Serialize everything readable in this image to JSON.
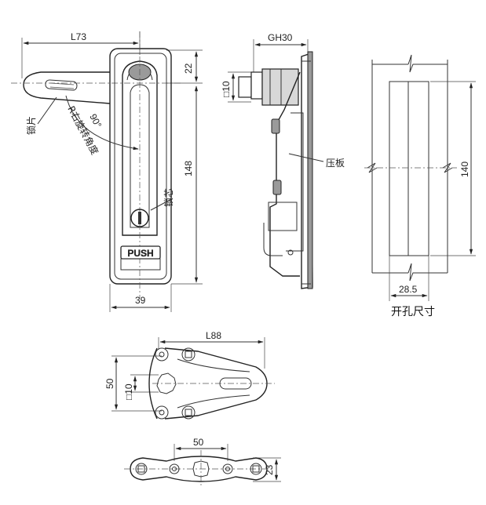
{
  "front_view": {
    "dim_width_top": "L73",
    "dim_top_offset": "22",
    "dim_height": "148",
    "dim_width_bottom": "39",
    "label_lock_plate": "锁片",
    "label_rotation": "R右旋转角度",
    "label_angle": "90°",
    "label_lock_core": "锁芯",
    "push_text": "PUSH"
  },
  "side_view": {
    "dim_grip_height": "GH30",
    "dim_square": "□10",
    "label_pressure_plate": "压板"
  },
  "cutout_view": {
    "dim_height": "140",
    "dim_width": "28.5",
    "caption": "开孔尺寸"
  },
  "lock_plate_view": {
    "dim_length": "L88",
    "dim_height": "50",
    "dim_square": "□10"
  },
  "bottom_plate_view": {
    "dim_spacing": "50",
    "dim_height": "23"
  }
}
